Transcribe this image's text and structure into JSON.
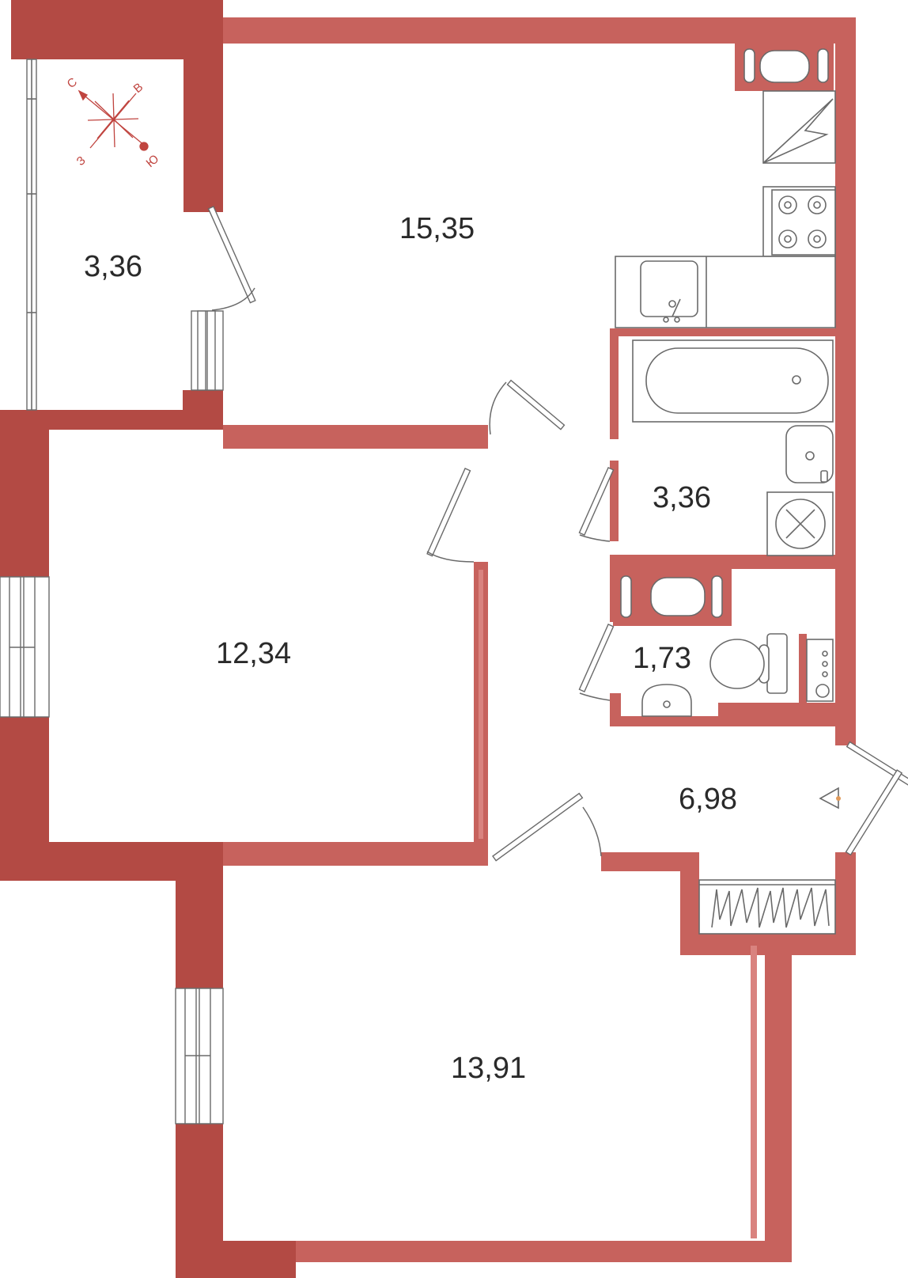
{
  "colors": {
    "wall_structural": "#b34a44",
    "wall_partition": "#c7625d",
    "wall_light": "#d9837f",
    "background": "#ffffff",
    "fixture_stroke": "#6a6a6a",
    "text": "#2a2a2a",
    "compass": "#c0443f"
  },
  "rooms": {
    "balcony": {
      "area": "3,36"
    },
    "kitchen_living": {
      "area": "15,35"
    },
    "bathroom": {
      "area": "3,36"
    },
    "bedroom_left": {
      "area": "12,34"
    },
    "toilet": {
      "area": "1,73"
    },
    "hallway": {
      "area": "6,98"
    },
    "bedroom_bottom": {
      "area": "13,91"
    }
  },
  "compass": {
    "north": "С",
    "east": "В",
    "south": "Ю",
    "west": "З"
  },
  "icons": [
    "compass-rose-icon",
    "entrance-arrow-icon",
    "stove-icon",
    "sink-icon",
    "bathtub-icon",
    "washbasin-icon",
    "washing-machine-icon",
    "toilet-icon",
    "ventilation-icon",
    "wardrobe-icon"
  ]
}
